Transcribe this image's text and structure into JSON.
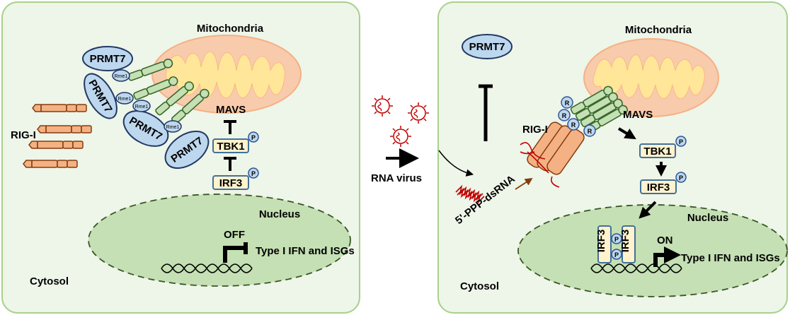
{
  "left_panel": {
    "mitochondria": "Mitochondria",
    "prmt7": "PRMT7",
    "rme1": "Rme1",
    "mavs": "MAVS",
    "rig_i": "RIG-I",
    "tbk1": "TBK1",
    "irf3": "IRF3",
    "phospho": "P",
    "nucleus": "Nucleus",
    "gene_state": "OFF",
    "genes": "Type I IFN and ISGs",
    "cytosol": "Cytosol"
  },
  "middle": {
    "stimulus": "RNA virus"
  },
  "right_panel": {
    "prmt7": "PRMT7",
    "mitochondria": "Mitochondria",
    "r_mark": "R",
    "mavs": "MAVS",
    "rig_i": "RIG-I",
    "dsrna": "5'-PPP-dsRNA",
    "tbk1": "TBK1",
    "irf3": "IRF3",
    "phospho": "P",
    "nucleus": "Nucleus",
    "gene_state": "ON",
    "genes": "Type I IFN and ISGs",
    "cytosol": "Cytosol"
  },
  "colors": {
    "cell_fill": "#eef5e9",
    "cell_border": "#a9d18e",
    "mitochondria": "#f8cbad",
    "cristae": "#ffe699",
    "nucleus": "#c5e0b4",
    "prmt7": "#bdd7ee",
    "rig_i": "#f4b183",
    "mavs": "#c5e0b4",
    "virus": "#c00000"
  }
}
